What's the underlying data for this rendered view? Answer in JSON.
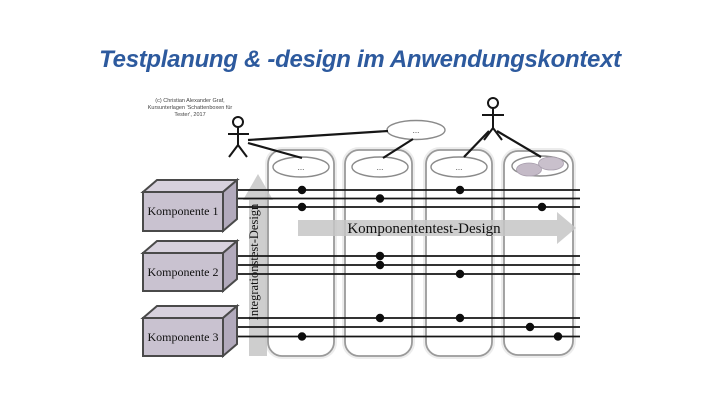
{
  "slide": {
    "title": "Testplanung & -design im Anwendungskontext",
    "copyright": {
      "line1": "(c) Christian Alexander Graf,",
      "line2": "Kursunterlagen 'Schattenboxen für",
      "line3": "Tester', 2017"
    }
  },
  "diagram": {
    "components": [
      {
        "label": "Komponente 1"
      },
      {
        "label": "Komponente 2"
      },
      {
        "label": "Komponente 3"
      }
    ],
    "arrows": {
      "horizontal_label": "Komponententest-Design",
      "vertical_label": "Integrationstest-Design"
    },
    "use_cases": {
      "top_ellipsis": "...",
      "lane1_ellipsis": "...",
      "lane2_ellipsis": "...",
      "lane3_ellipsis": "..."
    },
    "icons": [
      "actor-stick-figure-left",
      "actor-stick-figure-right",
      "use-case-ellipse",
      "test-point-dot"
    ],
    "colors": {
      "title_blue": "#2d5a9e",
      "box_front": "#c9c2d0",
      "box_top": "#d7d1dd",
      "box_side": "#b2aabc",
      "arrow_gray": "#c6c6c6",
      "lane_border": "#9a9a9a",
      "inner_ellipse_fill": "#c4bac7",
      "wire_black": "#161616"
    }
  }
}
